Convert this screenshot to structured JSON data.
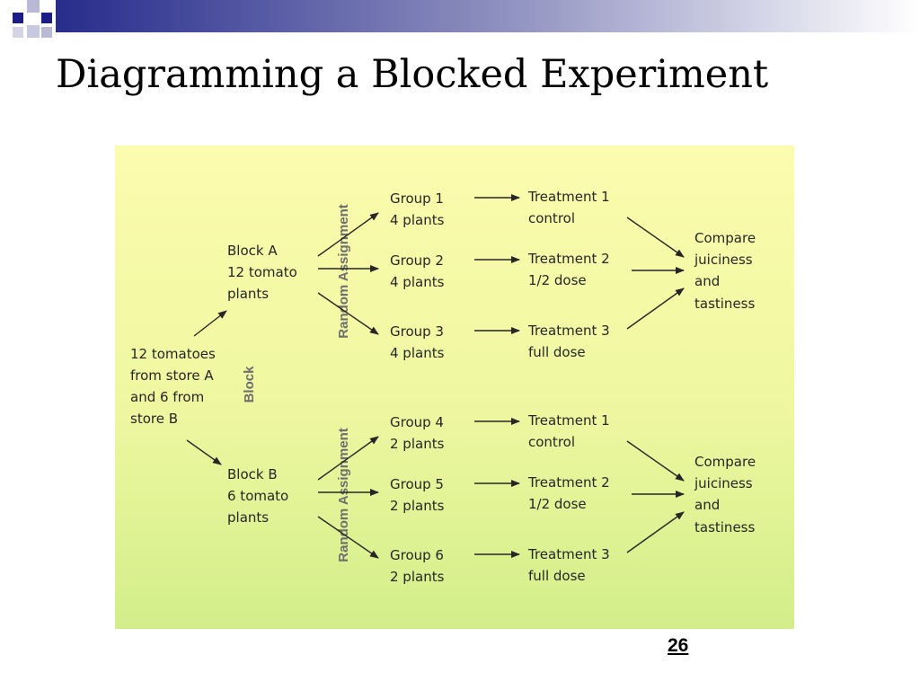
{
  "slide": {
    "title": "Diagramming a Blocked Experiment",
    "page_number": "26"
  },
  "diagram": {
    "source": [
      "12 tomatoes",
      "from store A",
      "and 6 from",
      "store B"
    ],
    "block_label": "Block",
    "assignment_label": "Random Assignment",
    "blocks": [
      {
        "lines": [
          "Block A",
          "12 tomato",
          "plants"
        ],
        "groups": [
          {
            "lines": [
              "Group 1",
              "4 plants"
            ],
            "treatment": [
              "Treatment 1",
              "control"
            ]
          },
          {
            "lines": [
              "Group 2",
              "4 plants"
            ],
            "treatment": [
              "Treatment 2",
              "1/2 dose"
            ]
          },
          {
            "lines": [
              "Group 3",
              "4 plants"
            ],
            "treatment": [
              "Treatment 3",
              "full dose"
            ]
          }
        ],
        "compare": [
          "Compare",
          "juiciness",
          "and",
          "tastiness"
        ]
      },
      {
        "lines": [
          "Block B",
          "6 tomato",
          "plants"
        ],
        "groups": [
          {
            "lines": [
              "Group 4",
              "2 plants"
            ],
            "treatment": [
              "Treatment 1",
              "control"
            ]
          },
          {
            "lines": [
              "Group 5",
              "2 plants"
            ],
            "treatment": [
              "Treatment 2",
              "1/2 dose"
            ]
          },
          {
            "lines": [
              "Group 6",
              "2 plants"
            ],
            "treatment": [
              "Treatment 3",
              "full dose"
            ]
          }
        ],
        "compare": [
          "Compare",
          "juiciness",
          "and",
          "tastiness"
        ]
      }
    ]
  },
  "colors": {
    "title_bar_dark": "#1b1f85",
    "title_bar_light": "#c8c8dc",
    "panel_top": "#fcfcae",
    "panel_bottom": "#d2ee8a",
    "ink": "#262626",
    "rotated_label": "#6e6e6e"
  }
}
